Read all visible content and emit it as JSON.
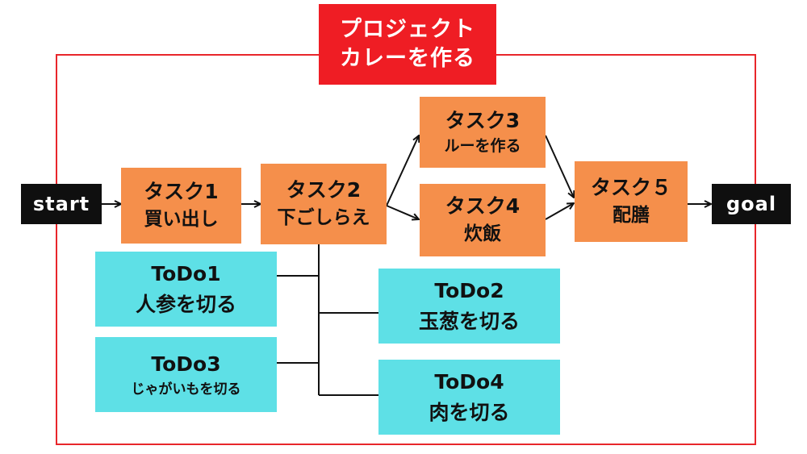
{
  "title": {
    "line1": "プロジェクト",
    "line2": "カレーを作る"
  },
  "start": "start",
  "goal": "goal",
  "tasks": [
    {
      "name": "タスク1",
      "desc": "買い出し"
    },
    {
      "name": "タスク2",
      "desc": "下ごしらえ"
    },
    {
      "name": "タスク3",
      "desc": "ルーを作る"
    },
    {
      "name": "タスク4",
      "desc": "炊飯"
    },
    {
      "name": "タスク５",
      "desc": "配膳"
    }
  ],
  "todos": [
    {
      "name": "ToDo1",
      "desc": "人参を切る"
    },
    {
      "name": "ToDo2",
      "desc": "玉葱を切る"
    },
    {
      "name": "ToDo3",
      "desc": "じゃがいもを切る"
    },
    {
      "name": "ToDo4",
      "desc": "肉を切る"
    }
  ],
  "colors": {
    "frame": "#e8262b",
    "title_bg": "#ef1d24",
    "task": "#f58f4b",
    "todo": "#5ee0e6",
    "endpoint": "#0f0f0f"
  }
}
